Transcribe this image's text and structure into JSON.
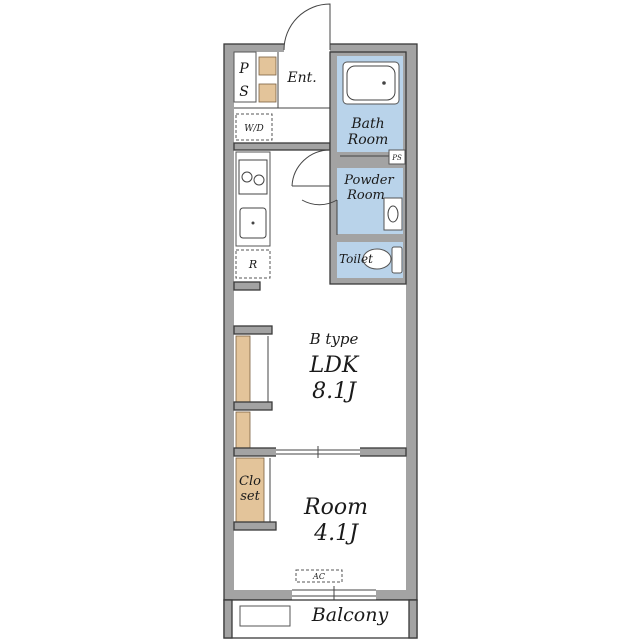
{
  "colors": {
    "wall": "#a3a3a3",
    "wet_area": "#b9d3ea",
    "storage": "#e3c49a",
    "floor": "#ffffff",
    "line": "#3a3a3a"
  },
  "labels": {
    "ps_top": "P",
    "ps_bottom": "S",
    "entrance": "Ent.",
    "washer": "W/D",
    "bath_line1": "Bath",
    "bath_line2": "Room",
    "ps_small": "PS",
    "powder_line1": "Powder",
    "powder_line2": "Room",
    "toilet": "Toilet",
    "fridge": "R",
    "type": "B type",
    "ldk_name": "LDK",
    "ldk_size": "8.1J",
    "closet_line1": "Clo",
    "closet_line2": "set",
    "room_name": "Room",
    "room_size": "4.1J",
    "aircon": "AC",
    "balcony": "Balcony"
  }
}
